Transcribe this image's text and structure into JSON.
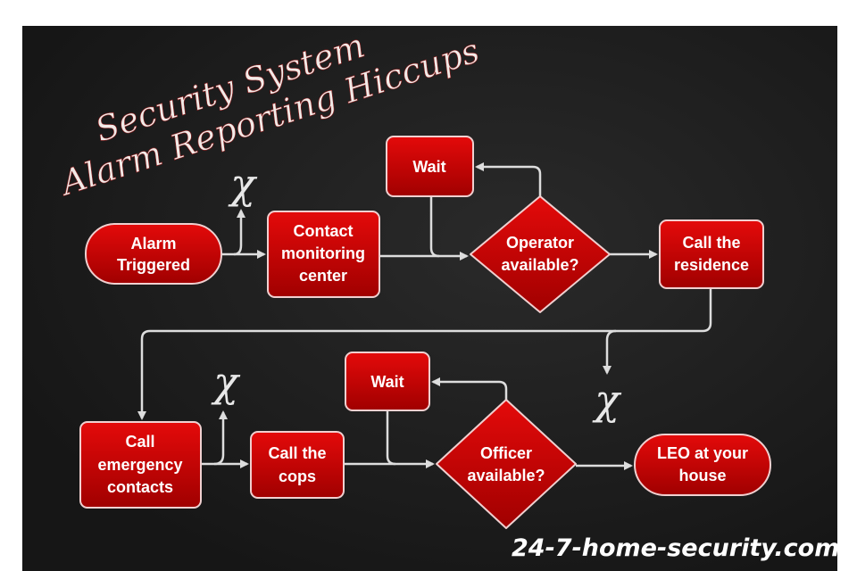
{
  "title": {
    "line1": "Security System",
    "line2": "Alarm Reporting Hiccups"
  },
  "nodes": {
    "alarm": {
      "line1": "Alarm",
      "line2": "Triggered"
    },
    "contact": {
      "line1": "Contact",
      "line2": "monitoring",
      "line3": "center"
    },
    "wait1": {
      "label": "Wait"
    },
    "operator": {
      "line1": "Operator",
      "line2": "available?"
    },
    "residence": {
      "line1": "Call the",
      "line2": "residence"
    },
    "emergency": {
      "line1": "Call",
      "line2": "emergency",
      "line3": "contacts"
    },
    "cops": {
      "line1": "Call the",
      "line2": "cops"
    },
    "wait2": {
      "label": "Wait"
    },
    "officer": {
      "line1": "Officer",
      "line2": "available?"
    },
    "leo": {
      "line1": "LEO at your",
      "line2": "house"
    }
  },
  "fail_mark": "χ",
  "watermark": "24-7-home-security.com",
  "colors": {
    "node_red": "#c40000",
    "node_border": "#f0d0d0",
    "background": "#1e1e1e",
    "connector": "#dddddd"
  }
}
